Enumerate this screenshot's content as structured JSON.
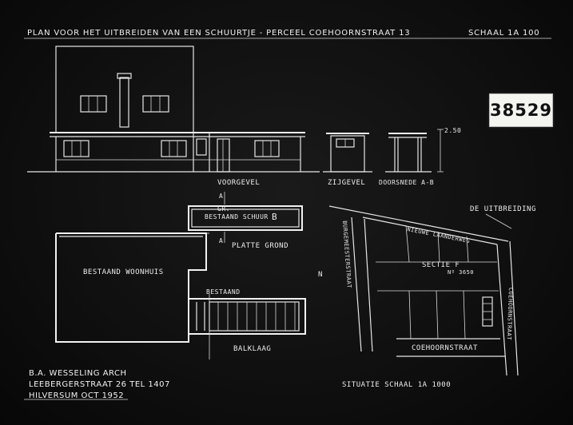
{
  "sheet": {
    "title": "PLAN VOOR HET UITBREIDEN VAN EEN SCHUURTJE - PERCEEL COEHOORNSTRAAT 13",
    "scale": "SCHAAL 1A 100",
    "archive_number": "38529"
  },
  "labels": {
    "front_facade": "VOORGEVEL",
    "side_facade": "ZIJGEVEL",
    "section": "DOORSNEDE A-B",
    "height_mark": "2.50",
    "existing_shed": "BESTAAND SCHUUR",
    "existing_shed_prefix": "GR.",
    "shed_marker": "B",
    "floor_plan": "PLATTE GROND",
    "marker_a": "A",
    "existing_house": "BESTAAND WOONHUIS",
    "existing_beams": "BESTAAND",
    "beam_layout": "BALKLAAG",
    "site_scale": "SITUATIE SCHAAL 1A 1000",
    "extension_note": "DE UITBREIDING",
    "street_diagonal": "NIEUWE LAANDERWEG",
    "street_vertical_left": "BURGEMEESTERSTRAAT",
    "street_bottom": "COEHOORNSTRAAT",
    "street_right": "COEHOORNSTRAAT",
    "section_label": "SECTIE F",
    "section_number": "Nº 3650",
    "north_note": "N"
  },
  "architect": {
    "line1": "B.A. WESSELING ARCH",
    "line2": "LEEBERGERSTRAAT 26 TEL 1407",
    "line3": "HILVERSUM OCT 1952"
  }
}
